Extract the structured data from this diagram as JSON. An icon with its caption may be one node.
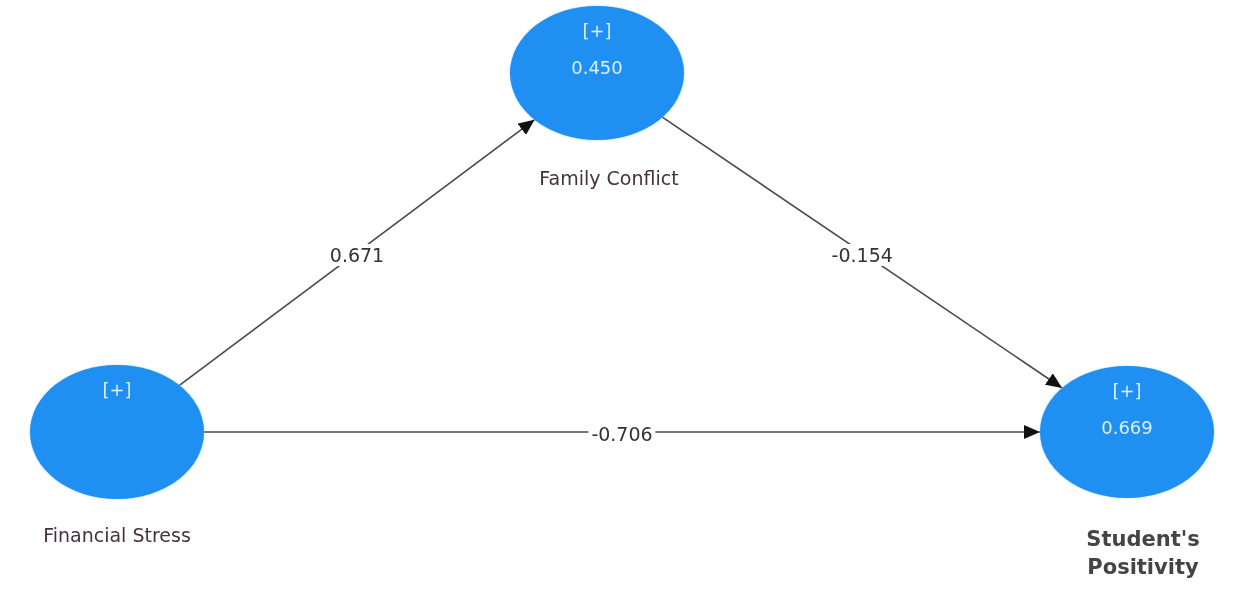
{
  "diagram": {
    "nodes": [
      {
        "text": [
          "[+]",
          "0.450"
        ],
        "beside": [
          "Family Conflict"
        ]
      },
      {
        "text": [
          "[+]"
        ],
        "beside": [
          "Financial Stress"
        ]
      },
      {
        "text": [
          "[+]",
          "0.669"
        ],
        "beside": [
          "Student's Positivity"
        ]
      }
    ],
    "edges": [
      {
        "from": 1,
        "to": 0,
        "arrow": "to",
        "label": "0.671"
      },
      {
        "from": 0,
        "to": 2,
        "arrow": "to",
        "label": "-0.154"
      },
      {
        "from": 1,
        "to": 2,
        "arrow": "to",
        "label": "-0.706"
      }
    ]
  }
}
